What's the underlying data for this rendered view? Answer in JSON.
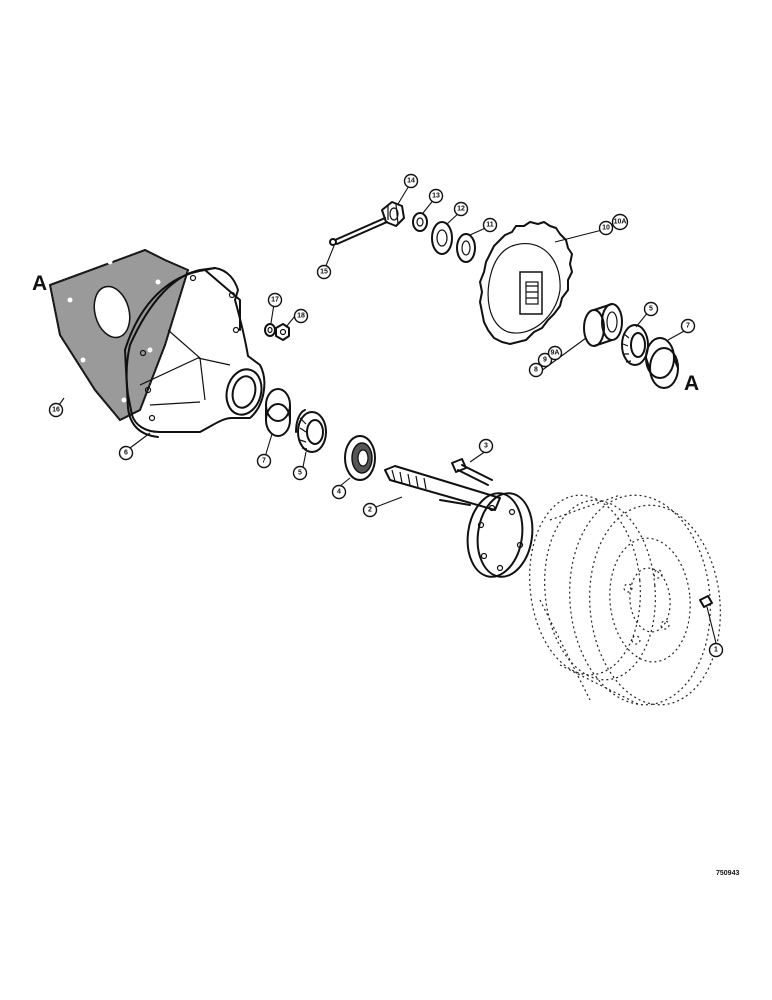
{
  "view_letters": [
    "A",
    "A"
  ],
  "figure_number": "750943",
  "callouts": [
    "1",
    "2",
    "3",
    "4",
    "5",
    "6",
    "7",
    "5",
    "7",
    "9",
    "9A",
    "8",
    "10",
    "10A",
    "11",
    "12",
    "13",
    "14",
    "15",
    "16",
    "17",
    "18"
  ],
  "parts": [
    "wheel",
    "axle-shaft",
    "bolt",
    "seal",
    "bearing-cone",
    "hub-housing",
    "bearing-cup",
    "bearing-cone-upper",
    "bearing-cup-upper",
    "spacer",
    "sprocket",
    "washer-11",
    "washer-12",
    "washer-13",
    "castle-nut",
    "cotter-pin",
    "gasket",
    "lock-washer-17",
    "nut-18"
  ]
}
